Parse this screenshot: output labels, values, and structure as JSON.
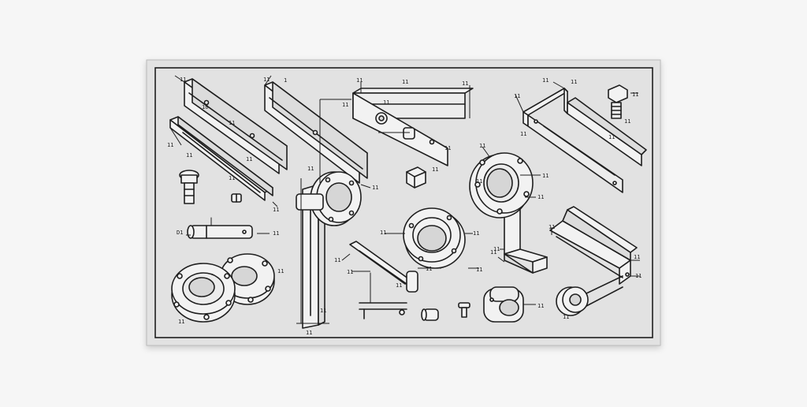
{
  "sheet": {
    "paper_color": "#e2e2e2",
    "line_color": "#1e1e1e",
    "background_color": "#f6f6f6",
    "part_fill_color": "#f2f2f2",
    "hole_fill_color": "#d6d6d6"
  },
  "callouts": {
    "c1": "11",
    "c2": "11",
    "c3": "1",
    "c4": "11",
    "c5": "11",
    "c6": "11",
    "c7": "11",
    "c8": "11",
    "c9": "11",
    "c10": "11",
    "c11": "11",
    "c12": "11",
    "c13": "11",
    "c14": "11",
    "c15": "11",
    "c16": "11",
    "c17": "D1",
    "c18": "11",
    "c19": "11",
    "c20": "11",
    "c21": "11",
    "c22": "11",
    "c23": "11",
    "c24": "11",
    "c25": "11",
    "c26": "11",
    "c27": "11",
    "c28": "11",
    "c29": "11",
    "c30": "11",
    "c31": "11",
    "c32": "11",
    "c33": "11",
    "c34": "11",
    "c35": "11",
    "c36": "11",
    "c37": "11",
    "c38": "11",
    "c39": "11",
    "c40": "11",
    "c41": "11",
    "c42": "11",
    "c43": "11",
    "c44": "11",
    "c45": "11",
    "c46": "10",
    "c47": "11",
    "c48": "11",
    "c49": "11",
    "c50": "11"
  }
}
